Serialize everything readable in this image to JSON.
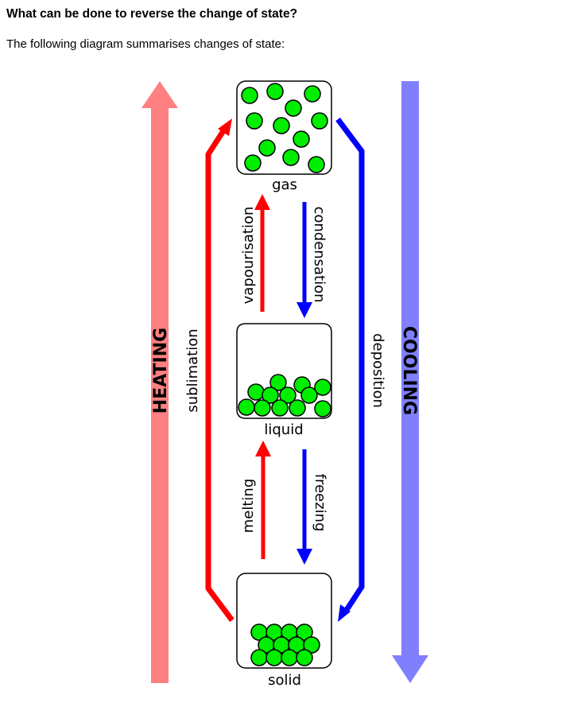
{
  "question": "What can be done to reverse the change of state?",
  "intro": "The following diagram summarises changes of state:",
  "diagram": {
    "heating_label": "HEATING",
    "cooling_label": "COOLING",
    "states": {
      "gas": "gas",
      "liquid": "liquid",
      "solid": "solid"
    },
    "processes": {
      "vaporisation": "vapourisation",
      "condensation": "condensation",
      "melting": "melting",
      "freezing": "freezing",
      "sublimation": "sublimation",
      "deposition": "deposition"
    },
    "colors": {
      "heating_arrow": "#ff8080",
      "cooling_arrow": "#8080ff",
      "heat_process": "#ff0000",
      "cool_process": "#0000ff",
      "particle": "#00ee00"
    }
  }
}
